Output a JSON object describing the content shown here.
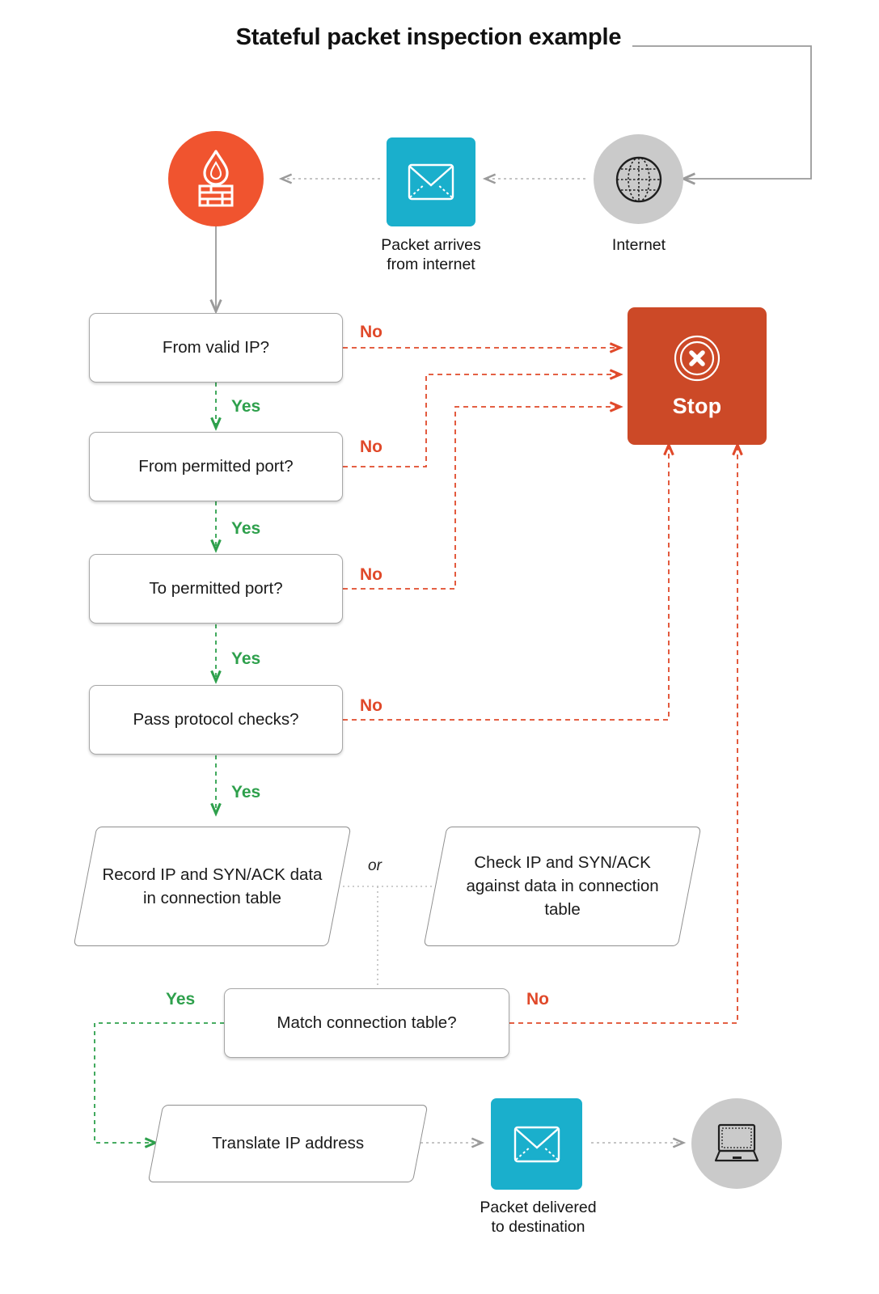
{
  "title": "Stateful packet inspection example",
  "colors": {
    "firewall_orange": "#f0542f",
    "stop_red": "#cc4927",
    "packet_cyan": "#1aafcc",
    "grey_circle": "#cacaca",
    "yes_green": "#2ea04c",
    "no_red": "#e0492a",
    "neutral_grey": "#9a9a9a"
  },
  "top_row": {
    "firewall": {
      "icon": "firewall-flame-brick-icon",
      "caption": ""
    },
    "packet_in": {
      "icon": "envelope-icon",
      "caption": "Packet arrives\nfrom internet",
      "caption_line1": "Packet arrives",
      "caption_line2": "from internet"
    },
    "internet": {
      "icon": "globe-icon",
      "caption": "Internet"
    }
  },
  "decisions": [
    {
      "id": "valid-ip",
      "text": "From valid IP?",
      "yes_label": "Yes",
      "no_label": "No"
    },
    {
      "id": "from-port",
      "text": "From permitted port?",
      "yes_label": "Yes",
      "no_label": "No"
    },
    {
      "id": "to-port",
      "text": "To permitted port?",
      "yes_label": "Yes",
      "no_label": "No"
    },
    {
      "id": "protocol",
      "text": "Pass protocol checks?",
      "yes_label": "Yes",
      "no_label": "No"
    },
    {
      "id": "match-table",
      "text": "Match connection table?",
      "yes_label": "Yes",
      "no_label": "No"
    }
  ],
  "processes": {
    "record": {
      "line1": "Record IP and",
      "line2": "SYN/ACK data in",
      "line3": "connection table"
    },
    "check": {
      "line1": "Check IP and",
      "line2": "SYN/ACK against data",
      "line3": "in connection table"
    },
    "translate": {
      "text": "Translate IP address"
    }
  },
  "or_label": "or",
  "stop": {
    "label": "Stop",
    "icon": "circled-x-icon"
  },
  "bottom_row": {
    "packet_out": {
      "icon": "envelope-icon",
      "caption_line1": "Packet delivered",
      "caption_line2": "to destination"
    },
    "destination": {
      "icon": "laptop-icon"
    }
  },
  "chart_data": {
    "type": "diagram",
    "title": "Stateful packet inspection example",
    "nodes": [
      {
        "id": "internet",
        "label": "Internet",
        "shape": "circle",
        "color": "#cacaca"
      },
      {
        "id": "packet-in",
        "label": "Packet arrives from internet",
        "shape": "square",
        "color": "#1aafcc"
      },
      {
        "id": "firewall",
        "label": "Firewall",
        "shape": "circle",
        "color": "#f0542f"
      },
      {
        "id": "valid-ip",
        "label": "From valid IP?",
        "shape": "rounded-rect"
      },
      {
        "id": "from-port",
        "label": "From permitted port?",
        "shape": "rounded-rect"
      },
      {
        "id": "to-port",
        "label": "To permitted port?",
        "shape": "rounded-rect"
      },
      {
        "id": "protocol",
        "label": "Pass protocol checks?",
        "shape": "rounded-rect"
      },
      {
        "id": "record",
        "label": "Record IP and SYN/ACK data in connection table",
        "shape": "parallelogram"
      },
      {
        "id": "check",
        "label": "Check IP and SYN/ACK against data in connection table",
        "shape": "parallelogram"
      },
      {
        "id": "match-table",
        "label": "Match connection table?",
        "shape": "rounded-rect"
      },
      {
        "id": "translate",
        "label": "Translate IP address",
        "shape": "parallelogram"
      },
      {
        "id": "packet-out",
        "label": "Packet delivered to destination",
        "shape": "square",
        "color": "#1aafcc"
      },
      {
        "id": "destination",
        "label": "Destination device",
        "shape": "circle",
        "color": "#cacaca"
      },
      {
        "id": "stop",
        "label": "Stop",
        "shape": "rounded-rect",
        "color": "#cc4927"
      }
    ],
    "edges": [
      {
        "from": "internet",
        "to": "packet-in",
        "label": "",
        "style": "dotted-grey"
      },
      {
        "from": "packet-in",
        "to": "firewall",
        "label": "",
        "style": "dotted-grey"
      },
      {
        "from": "firewall",
        "to": "valid-ip",
        "label": "",
        "style": "solid-grey"
      },
      {
        "from": "valid-ip",
        "to": "from-port",
        "label": "Yes",
        "style": "dashed-green"
      },
      {
        "from": "valid-ip",
        "to": "stop",
        "label": "No",
        "style": "dashed-red"
      },
      {
        "from": "from-port",
        "to": "to-port",
        "label": "Yes",
        "style": "dashed-green"
      },
      {
        "from": "from-port",
        "to": "stop",
        "label": "No",
        "style": "dashed-red"
      },
      {
        "from": "to-port",
        "to": "protocol",
        "label": "Yes",
        "style": "dashed-green"
      },
      {
        "from": "to-port",
        "to": "stop",
        "label": "No",
        "style": "dashed-red"
      },
      {
        "from": "protocol",
        "to": "record",
        "label": "Yes",
        "style": "dashed-green"
      },
      {
        "from": "protocol",
        "to": "stop",
        "label": "No",
        "style": "dashed-red"
      },
      {
        "from": "record",
        "to": "match-table",
        "label": "or",
        "style": "dotted-grey"
      },
      {
        "from": "check",
        "to": "match-table",
        "label": "or",
        "style": "dotted-grey"
      },
      {
        "from": "match-table",
        "to": "translate",
        "label": "Yes",
        "style": "dashed-green"
      },
      {
        "from": "match-table",
        "to": "stop",
        "label": "No",
        "style": "dashed-red"
      },
      {
        "from": "translate",
        "to": "packet-out",
        "label": "",
        "style": "dotted-grey"
      },
      {
        "from": "packet-out",
        "to": "destination",
        "label": "",
        "style": "dotted-grey"
      },
      {
        "from": "stop",
        "to": "internet",
        "label": "",
        "style": "solid-grey"
      }
    ]
  }
}
